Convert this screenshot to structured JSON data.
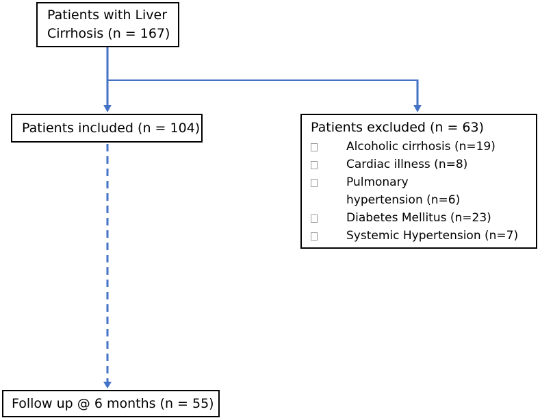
{
  "nodes": {
    "start": {
      "line1": "Patients with Liver",
      "line2": "Cirrhosis (n = 167)"
    },
    "included": {
      "label": "Patients included (n = 104)"
    },
    "excluded": {
      "label": "Patients excluded (n = 63)",
      "reasons": [
        "Alcoholic cirrhosis (n=19)",
        "Cardiac illness (n=8)",
        "Pulmonary hypertension (n=6)",
        "Diabetes Mellitus (n=23)",
        "Systemic Hypertension (n=7)"
      ]
    },
    "follow_up": {
      "label": "Follow up @ 6 months (n = 55)"
    }
  },
  "edges": [
    {
      "from": "start",
      "to": "included",
      "style": "solid"
    },
    {
      "from": "start",
      "to": "excluded",
      "style": "solid"
    },
    {
      "from": "included",
      "to": "follow_up",
      "style": "dashed"
    }
  ],
  "colors": {
    "arrow": "#4472C4",
    "box_border": "#000000",
    "bullet": "#9a9a9a"
  }
}
